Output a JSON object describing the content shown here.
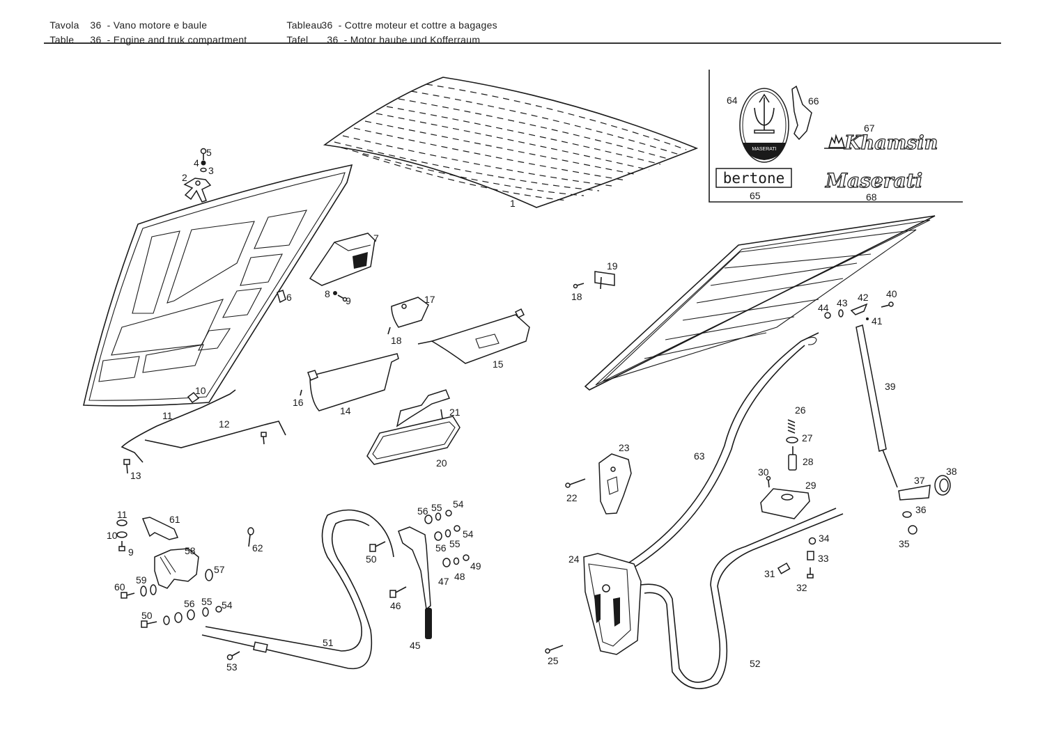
{
  "header": {
    "lines": [
      {
        "label": "Tavola",
        "number": "36",
        "text": "- Vano motore e baule"
      },
      {
        "label": "Table",
        "number": "36",
        "text": "- Engine and truk compartment"
      },
      {
        "label": "Tableau",
        "number": "36",
        "text": "- Cottre moteur et cottre a bagages"
      },
      {
        "label": "Tafel",
        "number": "36",
        "text": "- Motor haube und Kofferraum"
      }
    ]
  },
  "badges": {
    "maserati_oval_text": "MASERATI",
    "bertone_text": "bertone",
    "khamsin_text": "Khamsin",
    "maserati_script_text": "Maserati"
  },
  "parts": {
    "p1": "1",
    "p2": "2",
    "p3": "3",
    "p4": "4",
    "p5": "5",
    "p6": "6",
    "p7": "7",
    "p8": "8",
    "p9": "9",
    "p9b": "9",
    "p10": "10",
    "p10b": "10",
    "p11": "11",
    "p11b": "11",
    "p12": "12",
    "p13": "13",
    "p14": "14",
    "p15": "15",
    "p16": "16",
    "p17": "17",
    "p18": "18",
    "p18b": "18",
    "p19": "19",
    "p20": "20",
    "p21": "21",
    "p22": "22",
    "p23": "23",
    "p24": "24",
    "p25": "25",
    "p26": "26",
    "p27": "27",
    "p28": "28",
    "p29": "29",
    "p30": "30",
    "p31": "31",
    "p32": "32",
    "p33": "33",
    "p34": "34",
    "p35": "35",
    "p36": "36",
    "p37": "37",
    "p38": "38",
    "p39": "39",
    "p40": "40",
    "p41": "41",
    "p42": "42",
    "p43": "43",
    "p44": "44",
    "p45": "45",
    "p46": "46",
    "p47": "47",
    "p48": "48",
    "p49": "49",
    "p50": "50",
    "p50b": "50",
    "p51": "51",
    "p52": "52",
    "p53": "53",
    "p54": "54",
    "p54b": "54",
    "p54c": "54",
    "p55": "55",
    "p55b": "55",
    "p55c": "55",
    "p56": "56",
    "p56b": "56",
    "p56c": "56",
    "p57": "57",
    "p58": "58",
    "p59": "59",
    "p60": "60",
    "p61": "61",
    "p62": "62",
    "p63": "63",
    "p64": "64",
    "p65": "65",
    "p66": "66",
    "p67": "67",
    "p68": "68"
  }
}
